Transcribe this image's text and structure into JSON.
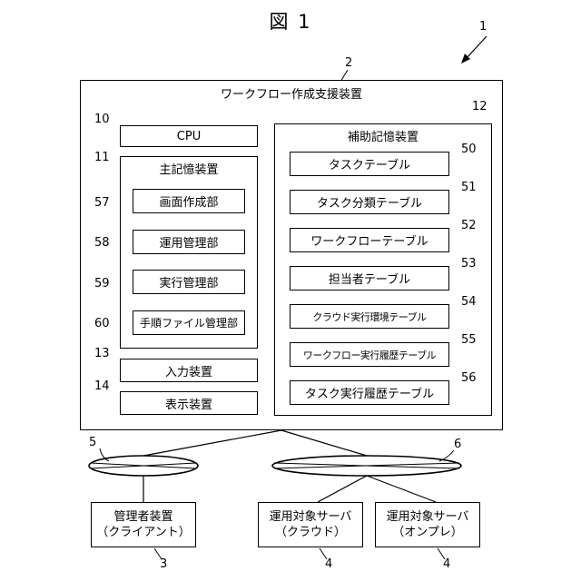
{
  "figure_title": "図 1",
  "system": {
    "ref": "1",
    "device": {
      "ref": "2",
      "title": "ワークフロー作成支援装置",
      "cpu": {
        "ref": "10",
        "label": "CPU"
      },
      "main_memory": {
        "ref": "11",
        "title": "主記憶装置",
        "items": [
          {
            "ref": "57",
            "label": "画面作成部"
          },
          {
            "ref": "58",
            "label": "運用管理部"
          },
          {
            "ref": "59",
            "label": "実行管理部"
          },
          {
            "ref": "60",
            "label": "手順ファイル管理部"
          }
        ]
      },
      "input": {
        "ref": "13",
        "label": "入力装置"
      },
      "display": {
        "ref": "14",
        "label": "表示装置"
      },
      "aux_storage": {
        "ref": "12",
        "title": "補助記憶装置",
        "tables": [
          {
            "ref": "50",
            "label": "タスクテーブル"
          },
          {
            "ref": "51",
            "label": "タスク分類テーブル"
          },
          {
            "ref": "52",
            "label": "ワークフローテーブル"
          },
          {
            "ref": "53",
            "label": "担当者テーブル"
          },
          {
            "ref": "54",
            "label": "クラウド実行環境テーブル"
          },
          {
            "ref": "55",
            "label": "ワークフロー実行履歴テーブル"
          },
          {
            "ref": "56",
            "label": "タスク実行履歴テーブル"
          }
        ]
      }
    },
    "networks": [
      {
        "ref": "5"
      },
      {
        "ref": "6"
      }
    ],
    "terminals": [
      {
        "ref": "3",
        "line1": "管理者装置",
        "line2": "（クライアント）"
      },
      {
        "ref": "4",
        "line1": "運用対象サーバ",
        "line2": "（クラウド）"
      },
      {
        "ref": "4",
        "line1": "運用対象サーバ",
        "line2": "（オンプレ）"
      }
    ]
  }
}
